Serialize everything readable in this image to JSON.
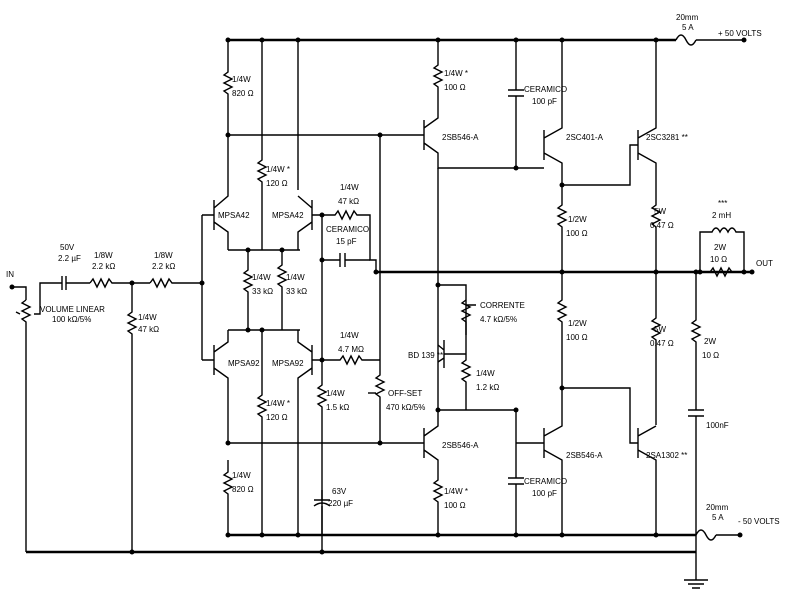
{
  "terminals": {
    "input": "IN",
    "output": "OUT",
    "pos_supply": "+ 50 VOLTS",
    "neg_supply": "- 50 VOLTS"
  },
  "fuses": {
    "top": [
      "20mm",
      "5 A"
    ],
    "bottom": [
      "20mm",
      "5 A"
    ]
  },
  "components": {
    "volume": [
      "VOLUME LINEAR",
      "100 kΩ/5%"
    ],
    "c_in": [
      "50V",
      "2.2 µF"
    ],
    "r_in1": [
      "1/8W",
      "2.2 kΩ"
    ],
    "r_in2": [
      "1/8W",
      "2.2 kΩ"
    ],
    "r_bias": [
      "1/4W",
      "47 kΩ"
    ],
    "r_top_left": [
      "1/4W",
      "820 Ω"
    ],
    "r_bot_left": [
      "1/4W",
      "820 Ω"
    ],
    "r_top_mid": [
      "1/4W *",
      "120 Ω"
    ],
    "r_bot_mid": [
      "1/4W *",
      "120 Ω"
    ],
    "r_33a": [
      "1/4W",
      "33 kΩ"
    ],
    "r_33b": [
      "1/4W",
      "33 kΩ"
    ],
    "r_fb": [
      "1/4W",
      "47 kΩ"
    ],
    "c_fb": [
      "CERAMICO",
      "15 pF"
    ],
    "r_47m": [
      "1/4W",
      "4.7 MΩ"
    ],
    "r_15k": [
      "1/4W",
      "1.5 kΩ"
    ],
    "pot_offset": [
      "OFF-SET",
      "470 kΩ/5%"
    ],
    "c_220": [
      "63V",
      "220 µF"
    ],
    "r_vas_top": [
      "1/4W *",
      "100 Ω"
    ],
    "c_top": [
      "CERAMICO",
      "100 pF"
    ],
    "pot_corrente": [
      "CORRENTE",
      "4.7 kΩ/5%"
    ],
    "r_12k": [
      "1/4W",
      "1.2 kΩ"
    ],
    "r_vas_bot": [
      "1/4W *",
      "100 Ω"
    ],
    "c_bot": [
      "CERAMICO",
      "100 pF"
    ],
    "r_drv_top": [
      "1/2W",
      "100 Ω"
    ],
    "r_drv_bot": [
      "1/2W",
      "100 Ω"
    ],
    "r_emit_top": [
      "5W",
      "0.47 Ω"
    ],
    "r_emit_bot": [
      "5W",
      "0.47 Ω"
    ],
    "inductor": [
      "***",
      "2 mH"
    ],
    "r_out": [
      "2W",
      "10 Ω"
    ],
    "r_zobel": [
      "2W",
      "10 Ω"
    ],
    "c_zobel": [
      "100nF"
    ]
  },
  "transistors": {
    "q1": "MPSA42",
    "q2": "MPSA42",
    "q3": "MPSA92",
    "q4": "MPSA92",
    "q5": "2SB546-A",
    "q6": "2SB546-A",
    "q_bias": "BD 139 **",
    "q_drv_top": "2SC401-A",
    "q_drv_bot": "2SB546-A",
    "q_out_top": "2SC3281 **",
    "q_out_bot": "2SA1302 **"
  }
}
